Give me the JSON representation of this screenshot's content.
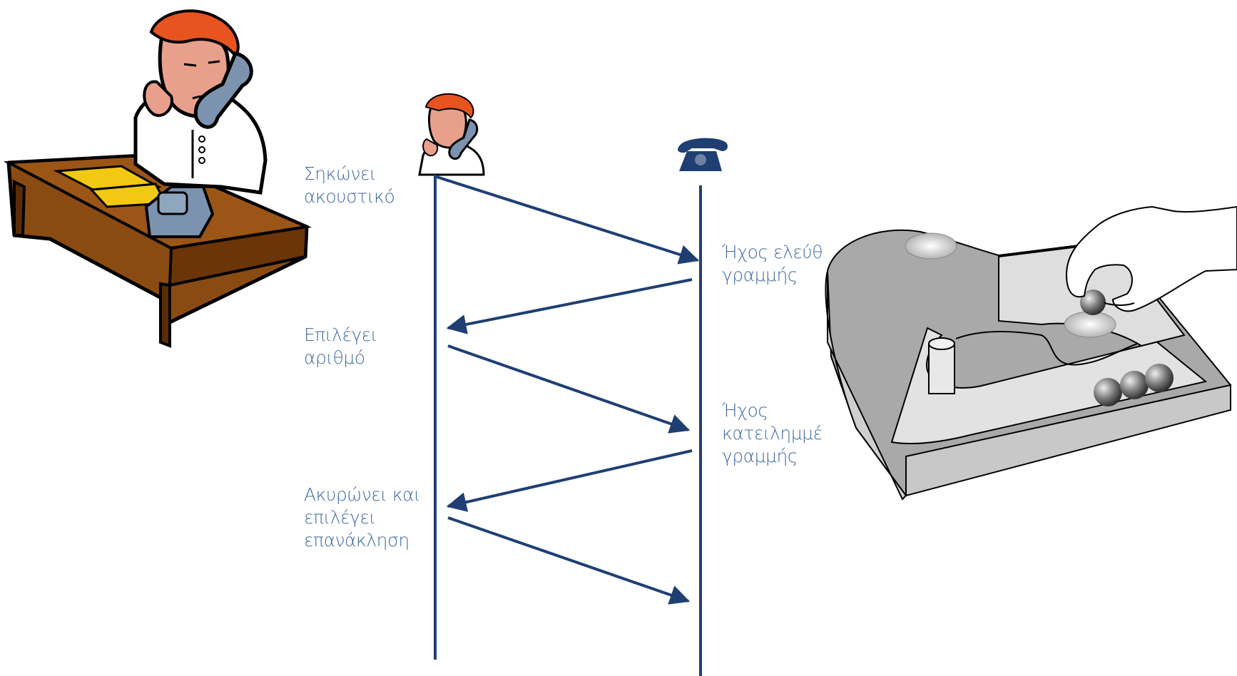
{
  "colors": {
    "line": "#1f3f73",
    "text": "#3f6a9e",
    "desk": "#8a4b12",
    "desk_dark": "#5a2c05",
    "hair": "#e8541f",
    "skin": "#e8a08c",
    "phone": "#7b93ae",
    "paper": "#f2c812",
    "device": "#a8a8a8",
    "device_light": "#dcdcdc"
  },
  "icons": {
    "caller_small": "caller-icon",
    "telephone": "telephone-icon",
    "caller_large": "person-on-phone-illustration",
    "switch_model": "marble-switch-illustration"
  },
  "events_caller": [
    {
      "lines": [
        "Σηκώνει",
        "ακουστικό"
      ]
    },
    {
      "lines": [
        "Επιλέγει",
        "αριθμό"
      ]
    },
    {
      "lines": [
        "Ακυρώνει και",
        "επιλέγει",
        "επανάκληση"
      ]
    }
  ],
  "events_network": [
    {
      "lines": [
        "Ήχος ελεύθ",
        "γραμμής"
      ]
    },
    {
      "lines": [
        "Ήχος",
        "κατειλημμέ",
        "γραμμής"
      ]
    }
  ]
}
